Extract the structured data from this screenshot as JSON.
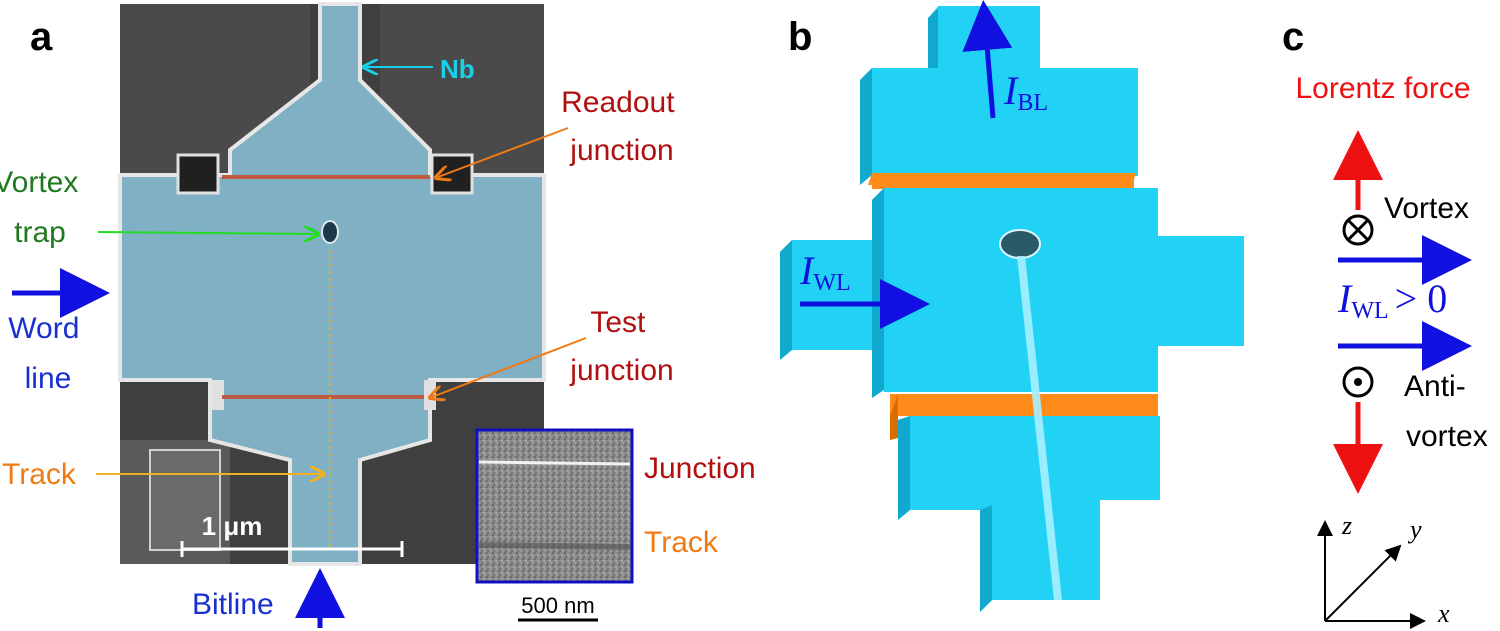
{
  "panel_a": {
    "panel_label": "a",
    "nb_label": "Nb",
    "readout_junction_label": [
      "Readout",
      "junction"
    ],
    "vortex_trap_label": [
      "Vortex",
      "trap"
    ],
    "word_line_label": [
      "Word",
      "line"
    ],
    "test_junction_label": [
      "Test",
      "junction"
    ],
    "track_label": "Track",
    "scale_bar_label": "1 μm",
    "bitline_label": "Bitline",
    "inset": {
      "junction_label": "Junction",
      "track_label": "Track",
      "scale_bar_label": "500 nm"
    }
  },
  "panel_b": {
    "panel_label": "b",
    "i_bl": {
      "symbol": "I",
      "subscript": "BL"
    },
    "i_wl": {
      "symbol": "I",
      "subscript": "WL"
    }
  },
  "panel_c": {
    "panel_label": "c",
    "lorentz_force_label": "Lorentz force",
    "vortex_label": "Vortex",
    "iwl_condition": {
      "symbol": "I",
      "subscript": "WL",
      "relation": "> 0"
    },
    "antivortex_label": [
      "Anti-",
      "vortex"
    ],
    "axes": {
      "z": "z",
      "y": "y",
      "x": "x"
    }
  },
  "colors": {
    "red_label": "#b01010",
    "bright_red": "#ee1111",
    "green_label": "#1f7a1f",
    "blue_label": "#1a2fd0",
    "orange_label": "#f07a14",
    "cyan_label": "#19d0e6",
    "nb_fill": "#7fb0c4",
    "device_cyan": "#22d2f5",
    "device_side": "#12a9cf",
    "junction_orange": "#ff8c1a"
  }
}
